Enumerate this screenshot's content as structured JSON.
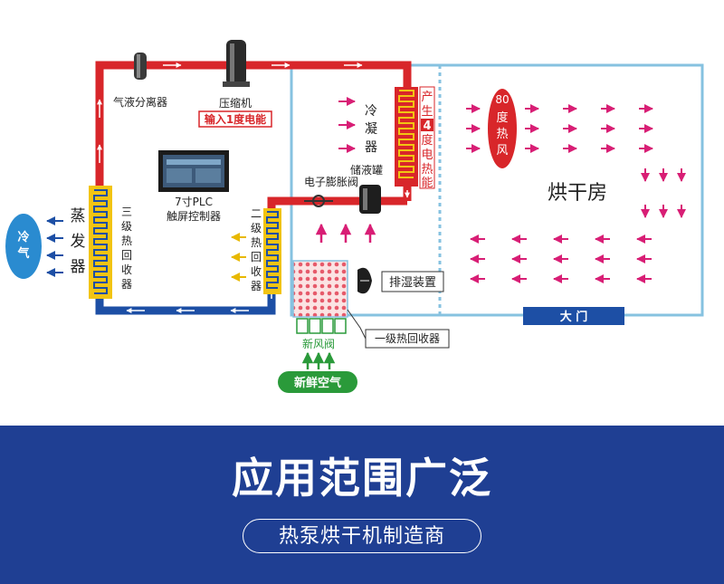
{
  "diagram": {
    "components": {
      "gas_liquid_separator": "气液分离器",
      "compressor": "压缩机",
      "input_power": "输入1度电能",
      "plc_size": "7寸PLC",
      "plc_name": "触屏控制器",
      "evaporator": [
        "蒸",
        "发",
        "器"
      ],
      "cold_air": [
        "冷",
        "气"
      ],
      "tertiary_recovery": [
        "三",
        "级",
        "热",
        "回",
        "收",
        "器"
      ],
      "secondary_recovery": [
        "二",
        "级",
        "热",
        "回",
        "收",
        "器"
      ],
      "condenser": [
        "冷",
        "凝",
        "器"
      ],
      "heat_output": [
        "产",
        "生",
        "4",
        "度",
        "电",
        "热",
        "能"
      ],
      "receiver": "储液罐",
      "expansion_valve": "电子膨胀阀",
      "hot_air": [
        "80",
        "度",
        "热",
        "风"
      ],
      "drying_room": "烘干房",
      "dehumidify": "排湿装置",
      "door": "大  门",
      "fresh_air_valve": "新风阀",
      "primary_recovery": "一级热回收器",
      "fresh_air": "新鲜空气"
    },
    "colors": {
      "hot_pipe": "#d8262a",
      "cold_pipe": "#1d4fa5",
      "room_border": "#86c2e0",
      "airflow_arrow": "#d81e75",
      "fresh_arrow": "#2a9a3a",
      "warm_arrow": "#e8b800",
      "coil_yellow": "#f2c413"
    }
  },
  "banner": {
    "title": "应用范围广泛",
    "subtitle": "热泵烘干机制造商"
  }
}
